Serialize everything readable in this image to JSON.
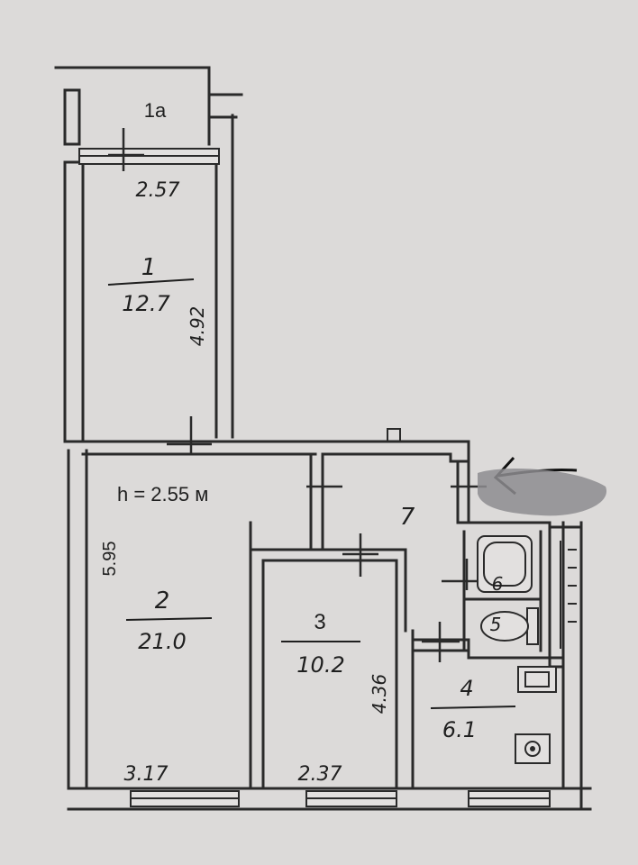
{
  "plan": {
    "ceiling_height": "h = 2.55 м",
    "dimension_left": "5.95",
    "balcony_label": "1а",
    "rooms": [
      {
        "number": "1",
        "area": "12.7",
        "width_label": "2.57",
        "length_label": "4.92"
      },
      {
        "number": "2",
        "area": "21.0",
        "width_label": "3.17"
      },
      {
        "number": "3",
        "area": "10.2",
        "width_label": "2.37",
        "length_label": "4.36"
      },
      {
        "number": "4",
        "area": "6.1"
      },
      {
        "number": "5"
      },
      {
        "number": "6"
      },
      {
        "number": "7"
      }
    ]
  }
}
